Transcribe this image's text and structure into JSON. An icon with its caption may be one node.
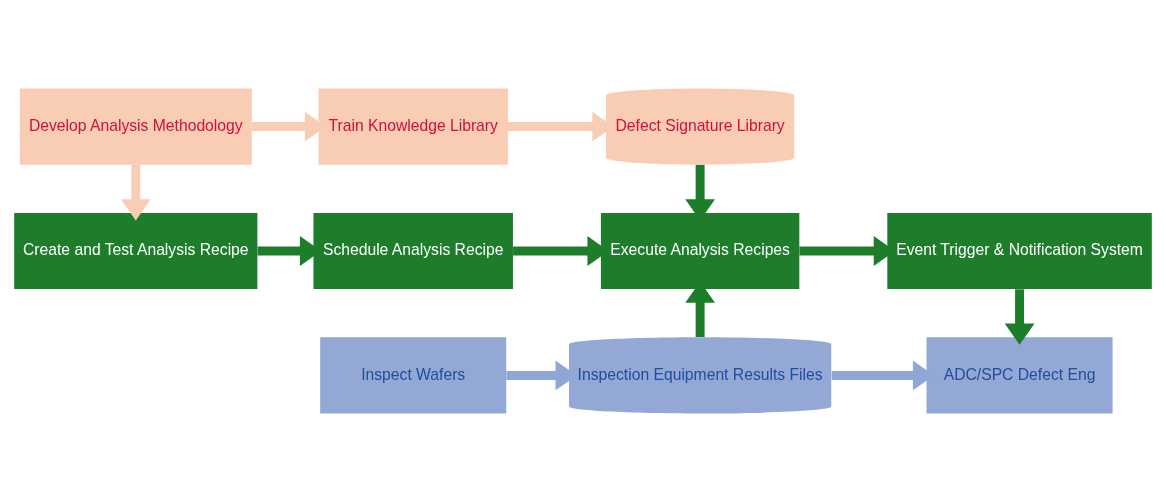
{
  "diagram": {
    "nodes": [
      {
        "text": [
          "Develop Analysis Methodology"
        ]
      },
      {
        "text": [
          "Train Knowledge Library"
        ]
      },
      {
        "text": [
          "Defect Signature Library"
        ]
      },
      {
        "text": [
          "Create and Test Analysis Recipe"
        ]
      },
      {
        "text": [
          "Schedule Analysis Recipe"
        ]
      },
      {
        "text": [
          "Execute Analysis Recipes"
        ]
      },
      {
        "text": [
          "Event Trigger & Notification System"
        ]
      },
      {
        "text": [
          "Inspect Wafers"
        ]
      },
      {
        "text": [
          "Inspection Equipment Results Files"
        ]
      },
      {
        "text": [
          "ADC/SPC Defect Eng"
        ]
      }
    ],
    "edges": [
      {
        "from": 0,
        "to": 1,
        "arrow": "to",
        "color": "#f8cdb5"
      },
      {
        "from": 1,
        "to": 2,
        "arrow": "to",
        "color": "#f8cdb5"
      },
      {
        "from": 0,
        "to": 3,
        "arrow": "to",
        "color": "#f8cdb5"
      },
      {
        "from": 2,
        "to": 5,
        "arrow": "to"
      },
      {
        "from": 3,
        "to": 4,
        "arrow": "to"
      },
      {
        "from": 4,
        "to": 5,
        "arrow": "to"
      },
      {
        "from": 5,
        "to": 6,
        "arrow": "to"
      },
      {
        "from": 6,
        "to": 9,
        "arrow": "to"
      },
      {
        "from": 7,
        "to": 8,
        "arrow": "to",
        "color": "#8fa6d6"
      },
      {
        "from": 8,
        "to": 5,
        "arrow": "to"
      },
      {
        "from": 8,
        "to": 9,
        "arrow": "to",
        "color": "#8fa6d6"
      }
    ]
  }
}
